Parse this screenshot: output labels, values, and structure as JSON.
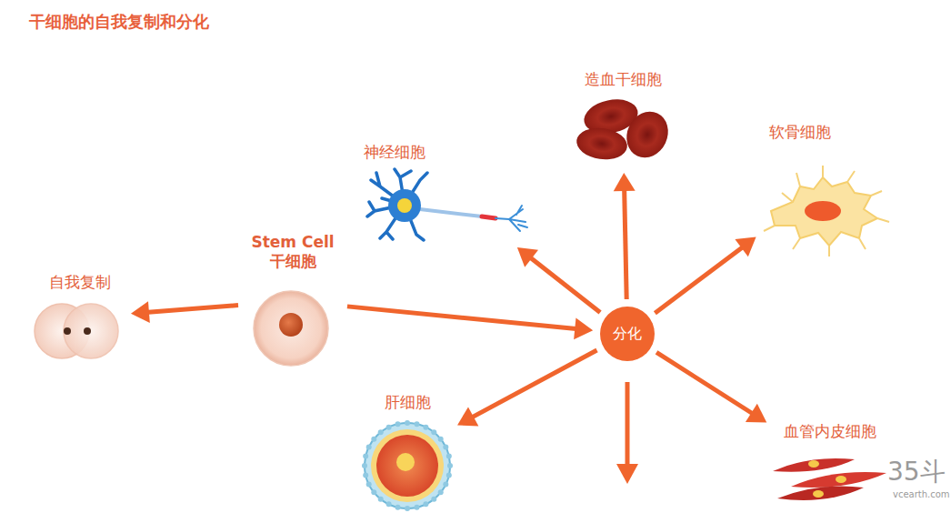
{
  "diagram": {
    "title": "干细胞的自我复制和分化",
    "nodes": [
      {
        "text": [
          "Stem Cell 干细胞"
        ]
      },
      {
        "text": [
          "自我复制"
        ]
      },
      {
        "text": [
          "分化"
        ]
      },
      {
        "text": [
          "神经细胞"
        ]
      },
      {
        "text": [
          "造血干细胞"
        ]
      },
      {
        "text": [
          "软骨细胞"
        ]
      },
      {
        "text": [
          "肝细胞"
        ]
      },
      {
        "text": [
          "血管内皮细胞"
        ]
      }
    ],
    "edges": [
      {
        "from": 0,
        "to": 1,
        "arrow": "to"
      },
      {
        "from": 0,
        "to": 2,
        "arrow": "to"
      },
      {
        "from": 2,
        "to": 3,
        "arrow": "to"
      },
      {
        "from": 2,
        "to": 4,
        "arrow": "to"
      },
      {
        "from": 2,
        "to": 5,
        "arrow": "to"
      },
      {
        "from": 2,
        "to": 6,
        "arrow": "to"
      },
      {
        "from": 2,
        "to": 7,
        "arrow": "to"
      }
    ],
    "labels": [
      "35斗",
      "vcearth.com"
    ]
  }
}
